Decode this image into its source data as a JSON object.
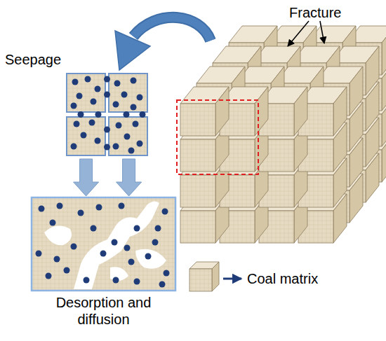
{
  "diagram": {
    "nodes": [
      {
        "text": [
          "Seepage"
        ]
      },
      {
        "text": [
          "Desorption and diffusion"
        ]
      }
    ],
    "edges": [
      {
        "from": 0,
        "to": 1,
        "arrow": "to"
      },
      {
        "from": 0,
        "to": 1,
        "arrow": "to"
      }
    ],
    "labels": [
      "Fracture"
    ],
    "legend": [
      {
        "text": "Coal matrix"
      }
    ]
  }
}
